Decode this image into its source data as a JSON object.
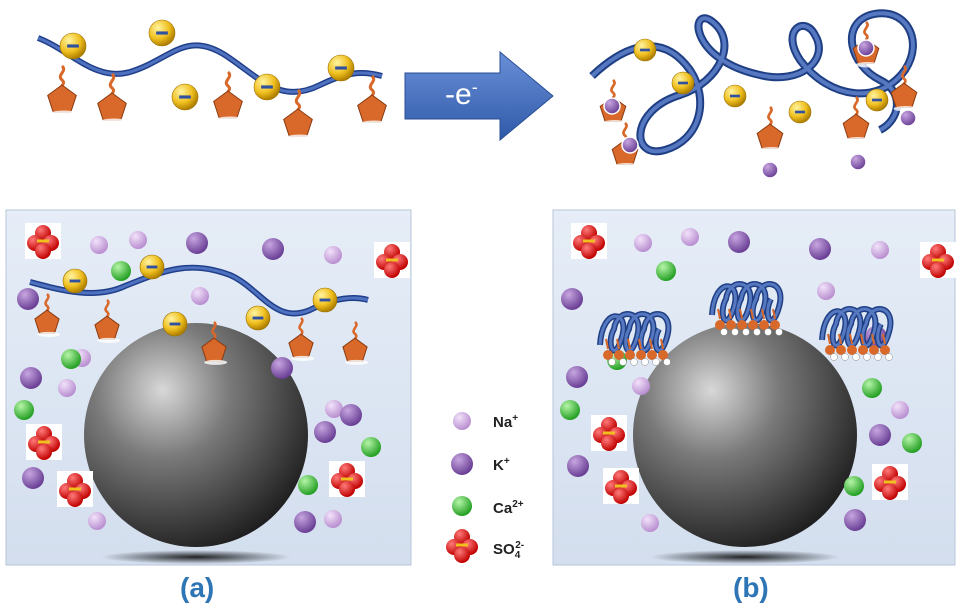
{
  "arrow": {
    "label_base": "-e",
    "label_sup": "-"
  },
  "legend": [
    {
      "base": "Na",
      "sup": "+",
      "sub": "",
      "color": "#c9a0dc"
    },
    {
      "base": "K",
      "sup": "+",
      "sub": "",
      "color": "#8e5bb5"
    },
    {
      "base": "Ca",
      "sup": "2+",
      "sub": "",
      "color": "#3fbf3f"
    },
    {
      "base": "SO",
      "sup": "2-",
      "sub": "4",
      "color": "#e02020"
    }
  ],
  "panels": {
    "a": {
      "label": "(a)"
    },
    "b": {
      "label": "(b)"
    }
  },
  "colors": {
    "panel_bg": "#dde6f2",
    "polymer": "#3a5ea8",
    "side_group": "#d8692a",
    "anion": "#f0c020",
    "particle": "#555555",
    "label": "#2e75b6"
  }
}
